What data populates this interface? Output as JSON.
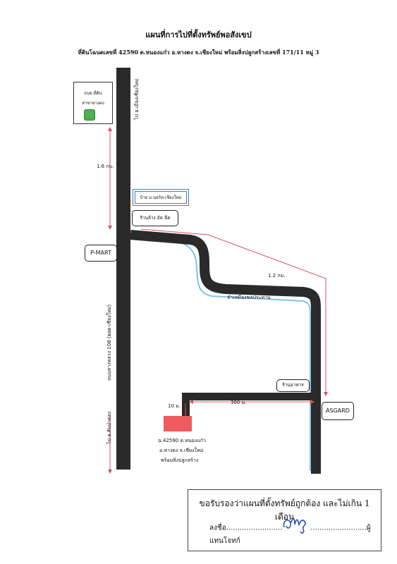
{
  "title": "แผนที่การไปที่ตั้งทรัพย์พอสังเขป",
  "subtitle": "ที่ดินโฉนดเลขที่ 42590 ต.หนองแก๋ว อ.หางดง จ.เชียงใหม่ พร้อมสิ่งปลูกสร้างเลขที่ 171/11 หมู่ 3",
  "labels": {
    "bank_line1": "ธนจ.ที่ดิน",
    "bank_line2": "สาขาหางดง",
    "to_chiangmai": "ไป อ.เมืองเชียงใหม่",
    "distance_1_6": "1.6 กม.",
    "signboard": "ป้าย ม.นอร์ท-เชียงใหม่",
    "shop_rot_chat": "ร้านล้าง อัด ฉีด",
    "pmart": "P-MART",
    "distance_1_2": "1.2 กม.",
    "canal": "ลำเหมืองชลประทาน",
    "highway": "ถนนทางหลวง 108 (ฮอด-เชียงใหม่)",
    "to_sanpatong": "ไป อ.สันป่าตอง",
    "restaurant": "ร้านอาหาร",
    "asgard": "ASGARD",
    "distance_300": "300 ม.",
    "distance_10": "10 ม.",
    "plot_line1": "ฉ.42590 ต.หนองแก๋ว",
    "plot_line2": "อ.หางดง จ.เชียงใหม่",
    "plot_line3": "พร้อมสิ่งปลูกสร้าง"
  },
  "certification": {
    "statement": "ขอรับรองว่าแผนที่ตั้งทรัพย์ถูกต้อง และไม่เกิน 1 เดือน",
    "sign_prefix": "ลงชื่อ",
    "sign_dots_left": ".........................",
    "sign_dots_right": ".........................",
    "sign_suffix": "ผู้แทนโจทก์"
  },
  "colors": {
    "road": "#2a2a2a",
    "canal": "#7fc4e8",
    "arrow": "#d9535e",
    "plot": "#f05a5f",
    "bank_marker": "#4caf50",
    "sign_border": "#3f7fc8"
  }
}
